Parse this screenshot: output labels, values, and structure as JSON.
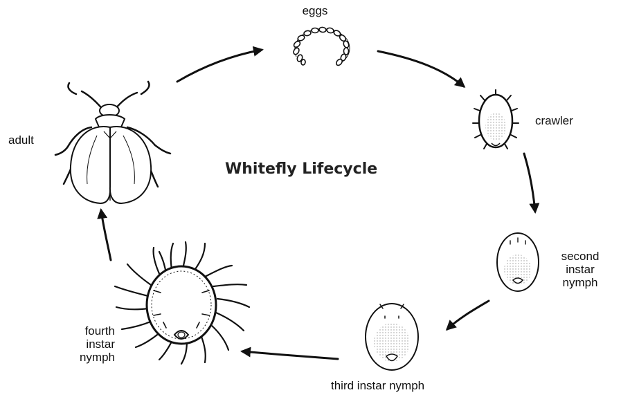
{
  "diagram": {
    "title": "Whitefly Lifecycle",
    "stages": {
      "eggs": "eggs",
      "crawler": "crawler",
      "second_instar": [
        "second",
        "instar",
        "nymph"
      ],
      "third_instar": "third instar nymph",
      "fourth_instar": [
        "fourth",
        "instar",
        "nymph"
      ],
      "adult": "adult"
    },
    "cycle_order": [
      "eggs",
      "crawler",
      "second instar nymph",
      "third instar nymph",
      "fourth instar nymph",
      "adult"
    ],
    "colors": {
      "ink": "#111111",
      "background": "#ffffff",
      "shading": "#bdbdbd"
    }
  }
}
